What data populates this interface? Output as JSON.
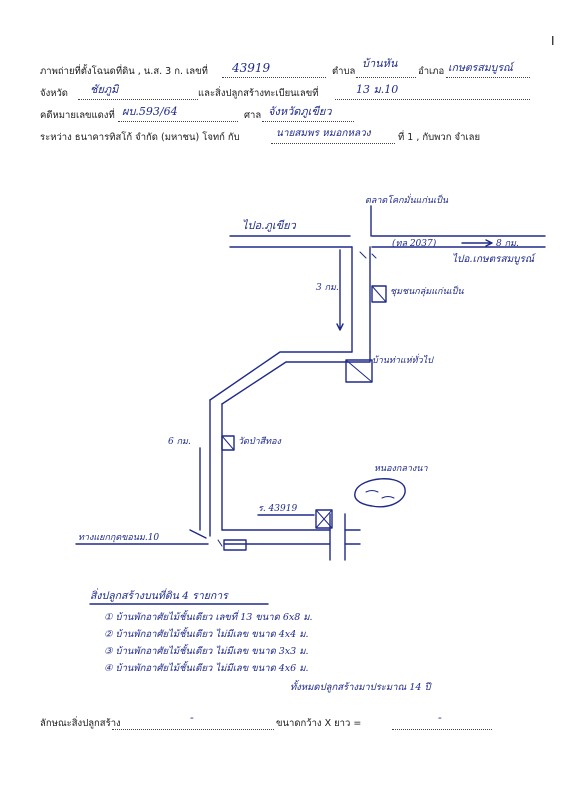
{
  "corner_mark": "I",
  "form": {
    "row1_prefix": "ภาพถ่ายที่ตั้งโฉนดที่ดิน , น.ส. 3 ก. เลขที่",
    "title_no": "43919",
    "label_tambon": "ตำบล",
    "tambon": "บ้านหัน",
    "label_amphoe": "อำเภอ",
    "amphoe": "เกษตรสมบูรณ์",
    "label_province": "จังหวัด",
    "province": "ชัยภูมิ",
    "label_house": "และสิ่งปลูกสร้างทะเบียนเลขที่",
    "house_no": "13 ม.10",
    "label_case": "คดีหมายเลขแดงที่",
    "case_no": "ผบ.593/64",
    "label_court": "ศาล",
    "court": "จังหวัดภูเขียว",
    "label_between": "ระหว่าง ธนาคารทิสโก้ จำกัด (มหาชน) โจทก์ กับ",
    "defendant": "นายสมพร หมอกหลวง",
    "label_defendant_tail": "ที่ 1 , กับพวก     จำเลย"
  },
  "map": {
    "label_market": "ตลาดโคกมั่นแก่นเป็น",
    "label_to_phukhieo": "ไปอ.ภูเขียว",
    "label_road_code": "(ทล 2037)",
    "label_8km": "8 กม.",
    "label_to_kaset": "ไปอ.เกษตรสมบูรณ์",
    "label_3km": "3 กม.",
    "label_cooperative": "ชุมชนกลุ่มแก่นเป็น",
    "label_house_village": "บ้านท่าแห่ทั่วไป",
    "label_6km": "6 กม.",
    "label_temple": "วัดป่าสีทอง",
    "label_pond": "หนองกลางนา",
    "label_plot": "ร. 43919",
    "label_junction": "ทางแยกกุดขอนม.10",
    "legend_title": "สิ่งปลูกสร้างบนที่ดิน 4 รายการ",
    "legend_items": [
      "① บ้านพักอาศัยไม้ชั้นเดียว เลขที่ 13  ขนาด 6x8 ม.",
      "② บ้านพักอาศัยไม้ชั้นเดียว ไม่มีเลข  ขนาด 4x4 ม.",
      "③ บ้านพักอาศัยไม้ชั้นเดียว ไม่มีเลข  ขนาด 3x3 ม.",
      "④ บ้านพักอาศัยไม้ชั้นเดียว ไม่มีเลข  ขนาด 4x6 ม."
    ],
    "age_note": "ทั้งหมดปลูกสร้างมาประมาณ 14 ปี"
  },
  "footer": {
    "label_building": "ลักษณะสิ่งปลูกสร้าง",
    "dash": "-",
    "label_size": "ขนาดกว้าง  X  ยาว  ="
  }
}
